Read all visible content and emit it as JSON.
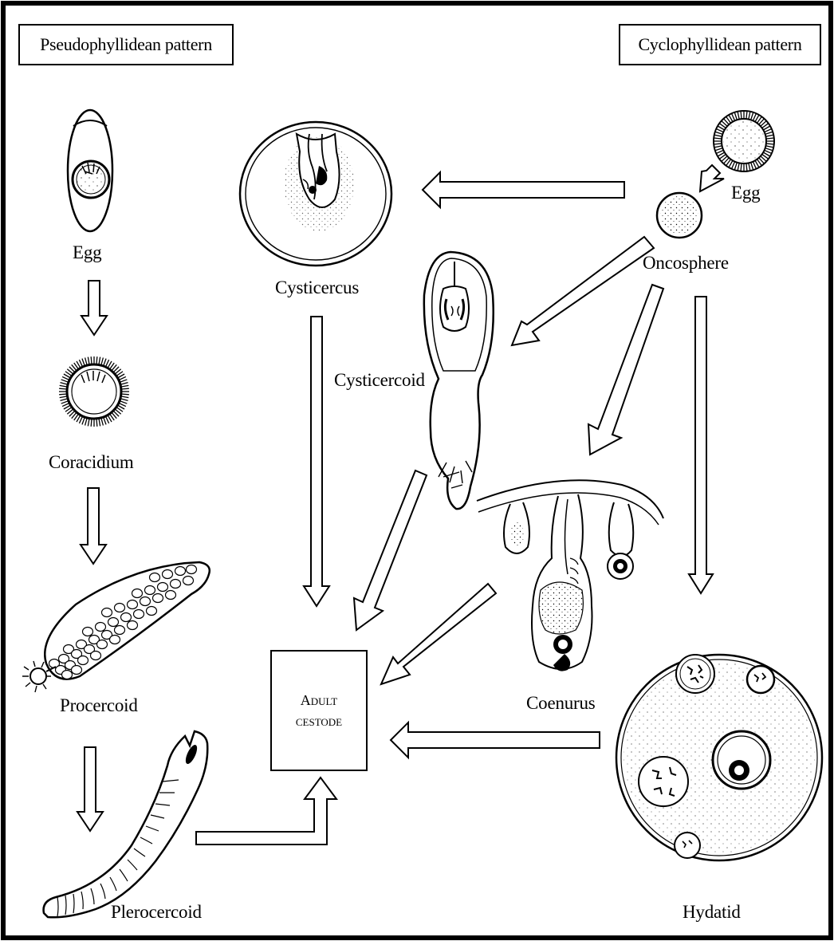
{
  "patterns": {
    "left": "Pseudophyllidean pattern",
    "right": "Cyclophyllidean pattern"
  },
  "stages": {
    "egg_left": "Egg",
    "coracidium": "Coracidium",
    "procercoid": "Procercoid",
    "plerocercoid": "Plerocercoid",
    "cysticercus": "Cysticercus",
    "cysticercoid": "Cysticercoid",
    "egg_right": "Egg",
    "oncosphere": "Oncosphere",
    "coenurus": "Coenurus",
    "hydatid": "Hydatid"
  },
  "adult": {
    "line1": "Adult",
    "line2": "cestode"
  }
}
